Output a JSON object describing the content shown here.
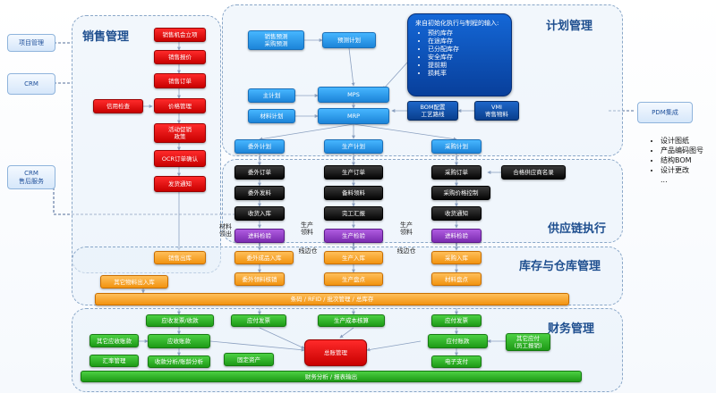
{
  "zones": {
    "sales": "销售管理",
    "plan": "计划管理",
    "supply": "供应链执行",
    "inventory": "库存与仓库管理",
    "finance": "财务管理"
  },
  "external": {
    "project": "项目管理",
    "crm": "CRM",
    "crm_service": "CRM\n售后服务",
    "pdm": "PDM集成",
    "pdm_items": [
      "设计图纸",
      "产品编码图号",
      "结构BOM",
      "设计更改",
      "..."
    ]
  },
  "sales": {
    "opportunity": "销售机会立项",
    "quote": "销售报价",
    "order": "销售订单",
    "credit": "信用检查",
    "price": "价格管理",
    "promo": "活动促销\n政策",
    "otc": "OCR订单确认",
    "ship": "发货通知"
  },
  "plan": {
    "forecast": "销售预测\n采购预测",
    "mps_pre": "预测计划",
    "note_title": "来自初始化执行与制程的输入:",
    "note_items": [
      "预约库存",
      "在途库存",
      "已分配库存",
      "安全库存",
      "提前期",
      "损耗率"
    ],
    "master": "主计划",
    "mps": "MPS",
    "material": "材料计划",
    "mrp": "MRP",
    "bom": "BOM配置\n工艺路线",
    "vmi": "VMI\n寄售物料"
  },
  "supply": {
    "outsource_plan": "委外计划",
    "production_plan": "生产计划",
    "purchase_plan": "采购计划",
    "outsource_order": "委外订单",
    "outsource_issue": "委外发料",
    "outsource_receive": "收货入库",
    "outsource_qc": "进料检验",
    "work_order": "生产订单",
    "prepare": "备料领料",
    "report": "完工汇报",
    "prod_qc": "生产检验",
    "purchase_order": "采购订单",
    "supplier": "合格供应商名录",
    "price_ctrl": "采购价格控制",
    "purchase_receive": "收货通知",
    "purchase_qc": "进料检验",
    "label_material": "材料\n领出",
    "label_prod": "生产\n领料",
    "label_prod2": "生产\n领料"
  },
  "inventory": {
    "sales_out": "销售出库",
    "other_io": "其它物料出入库",
    "outsource_in": "委外成品入库",
    "outsource_consume": "委外领料核销",
    "prod_in": "生产入库",
    "prod_check": "生产盘点",
    "purchase_in": "采购入库",
    "material_check": "材料盘点",
    "barcode": "条码 / RFID / 批次管理 / 总库存",
    "label_line": "线边仓",
    "label_line2": "线边仓"
  },
  "finance": {
    "ar_invoice": "应收发票/收款",
    "other_ar": "其它应收账款",
    "ar": "应收账款",
    "ar_letter": "汇率管理",
    "ar_analysis": "收款分析/账龄分析",
    "fixed_assets": "固定资产",
    "ap_invoice": "应付发票",
    "cost": "生产成本核算",
    "gl": "总账管理",
    "ap_invoice2": "应付发票",
    "ap": "应付账款",
    "other_ap": "其它应付\n(员工报销)",
    "payment": "电子支付",
    "report": "财务分析 / 报表输出"
  },
  "colors": {
    "blue": "#1c84d8",
    "red": "#c80000",
    "black": "#050505",
    "purple": "#7a2bb0",
    "orange": "#f29310",
    "green": "#1d9a16",
    "navy": "#0a3f8e",
    "zone_title": "#1f4f8f"
  }
}
